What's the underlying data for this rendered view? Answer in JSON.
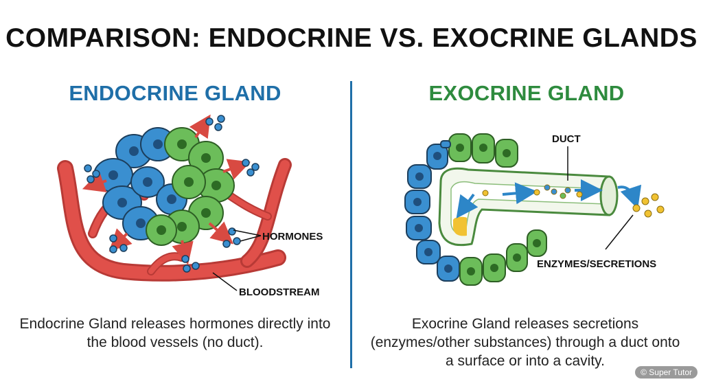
{
  "title": "COMPARISON: ENDOCRINE VS. EXOCRINE GLANDS",
  "endocrine": {
    "heading": "ENDOCRINE GLAND",
    "labels": {
      "hormones": "HORMONES",
      "bloodstream": "BLOODSTREAM"
    },
    "description": "Endocrine Gland releases hormones directly into the blood vessels (no duct)."
  },
  "exocrine": {
    "heading": "EXOCRINE GLAND",
    "labels": {
      "duct": "DUCT",
      "secretions": "ENZYMES/SECRETIONS"
    },
    "description": "Exocrine Gland releases secretions (enzymes/other substances) through a duct onto a surface or into a cavity."
  },
  "watermark": "© Super Tutor",
  "colors": {
    "endocrine_heading": "#1f6fa8",
    "exocrine_heading": "#2e8b3e",
    "blue_cell": "#3a8fd0",
    "green_cell": "#6cbd5a",
    "vessel": "#e0504a",
    "secretion": "#f1c232"
  }
}
